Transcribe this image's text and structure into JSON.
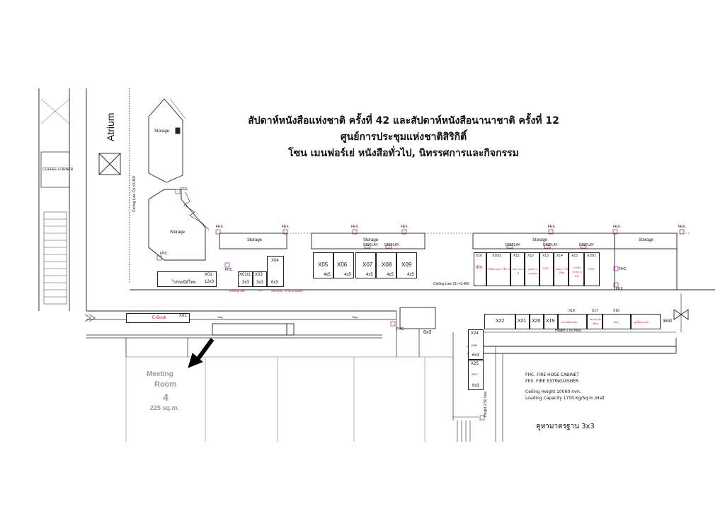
{
  "title": {
    "line1": "สัปดาห์หนังสือแห่งชาติ ครั้งที่ 42 และสัปดาห์หนังสือนานาชาติ ครั้งที่ 12",
    "line2": "ศูนย์การประชุมแห่งชาติสิริกิติ์",
    "line3": "โซน เมนฟอร์เย่ หนังสือทั่วไป, นิทรรศการและกิจกรรม"
  },
  "areas": {
    "atrium": "Atrium",
    "coffee_corner": "COFFEE CORNER",
    "storage": "Storage",
    "display": "DISPLAY",
    "ceiling_line": "Ceiling Line Ch.=3,460",
    "meeting_room": "Meeting",
    "room": "Room",
    "room_no": "4",
    "room_size": "225 sq.m.",
    "fex": "FEX.",
    "fhc": "FHC.",
    "step": "Step",
    "height_note": "Height 2.50 max.",
    "height_note_v": "Height 2.50 max.",
    "dim_3690": "3690",
    "size_6x3": "6x3"
  },
  "booths": {
    "x01": {
      "id": "X01",
      "name": "ไปรษณีย์ไทย",
      "size": "12x3"
    },
    "x01_1": {
      "id": "X01/1",
      "size": "3x3"
    },
    "x03": {
      "id": "X03",
      "size": "3x3"
    },
    "x04": {
      "id": "X04",
      "size": "6x3"
    },
    "x02": {
      "id": "X02",
      "name": "E-Book"
    },
    "x05": {
      "id": "X05",
      "size": "4x5"
    },
    "x06": {
      "id": "X06",
      "size": "4x5"
    },
    "x07": {
      "id": "X07",
      "size": "4x5"
    },
    "x08": {
      "id": "X08",
      "size": "4x5"
    },
    "x09": {
      "id": "X09",
      "size": "4x5"
    },
    "x10": {
      "id": "X10",
      "name": "IPA"
    },
    "x10_1": {
      "id": "X10/1",
      "name": "มีเดียแพลน + สีขาว"
    },
    "x11": {
      "id": "X11",
      "name": "สสส. หลวงผี"
    },
    "x12": {
      "id": "X12",
      "name": "ศูนย์การ แสดงผล"
    },
    "x13": {
      "id": "X13",
      "name": "TCDC"
    },
    "x14": {
      "id": "X14",
      "name": "สสสุข + TK Park"
    },
    "x15": {
      "id": "X15",
      "name": "การเงิน กระทรวง คลัง"
    },
    "x15_1": {
      "id": "X15/1",
      "name": "SCB"
    },
    "x16": {
      "id": "X16",
      "name": "สสส."
    },
    "x16b": {
      "name": "ดูดยิ้มชาดดด"
    },
    "x17": {
      "id": "X17",
      "name": "สมาคม นักเขียน"
    },
    "x18": {
      "id": "X18",
      "name": "อบรมศิลปแฟน"
    },
    "x19": {
      "id": "X19"
    },
    "x20": {
      "id": "X20"
    },
    "x21": {
      "id": "X21"
    },
    "x22": {
      "id": "X22"
    },
    "x24": {
      "id": "X24",
      "name": "ตลท.",
      "size": "6x3"
    },
    "x25": {
      "id": "X25",
      "name": "SCC.",
      "size": "6x3"
    }
  },
  "red_labels": {
    "postal": "ไปรษณีย์ไทย",
    "tbs": "TBS",
    "fuelcell": "ไฟฟ้าแบบ : ด่วน-ด้านเดี่ยว"
  },
  "legend": {
    "fhc": "FHC. FIRE HOSE CABINET",
    "fex": "FEX. FIRE EXTINGUISHER",
    "ceiling_height": "Ceiling Height 10000 mm.",
    "loading": "Loading Capacity 1700 Kg/Sq.m./Hall"
  },
  "footnote": "คูหามาตรฐาน 3x3",
  "colors": {
    "line": "#222222",
    "booth_text": "#111111",
    "red_text": "#d62020",
    "equipment": "#a040a0",
    "meeting": "#9a9a9a"
  }
}
